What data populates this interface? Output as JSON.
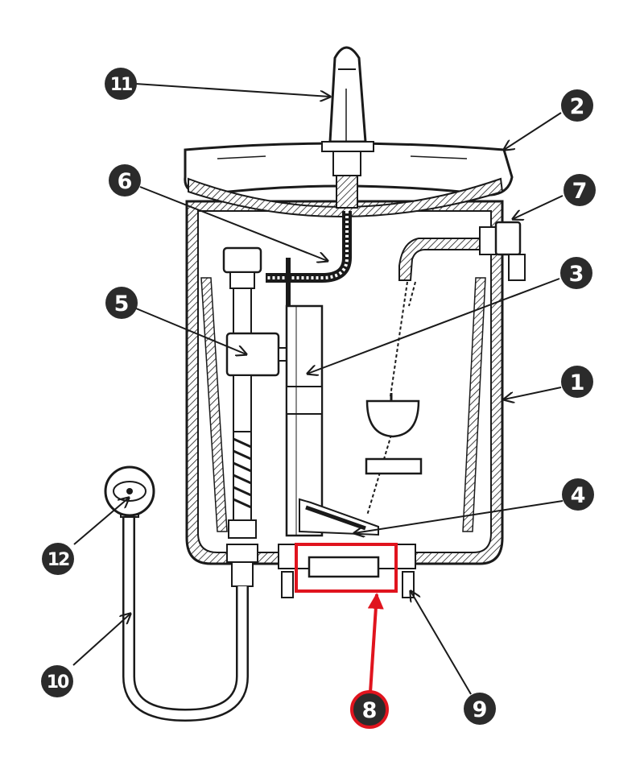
{
  "colors": {
    "line": "#1a1a1a",
    "callout_fill": "#2b2b2b",
    "highlight": "#e0141e",
    "background": "#ffffff"
  },
  "callouts": {
    "c1": "1",
    "c2": "2",
    "c3": "3",
    "c4": "4",
    "c5": "5",
    "c6": "6",
    "c7": "7",
    "c8": "8",
    "c9": "9",
    "c10": "10",
    "c11": "11",
    "c12": "12"
  },
  "highlighted_callout": "8"
}
